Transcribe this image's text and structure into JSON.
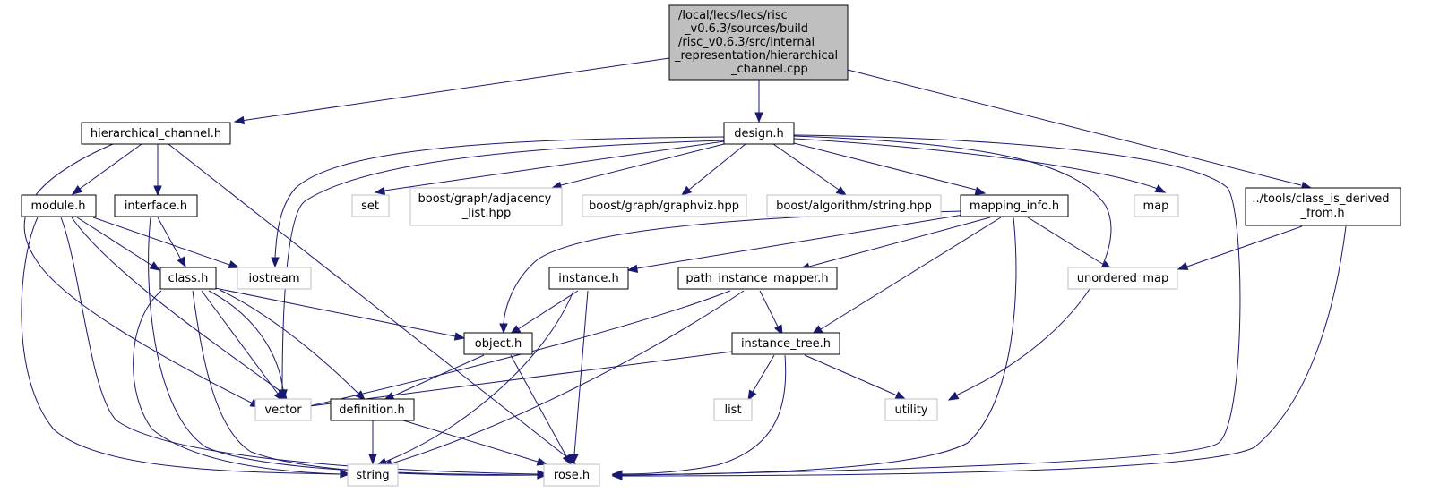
{
  "colors": {
    "edge": "#191970",
    "root_fill": "#bfbfbf",
    "node_border": "#000000",
    "external_border": "#bfbfbf",
    "background": "#ffffff"
  },
  "nodes": {
    "root": {
      "lines": [
        "/local/lecs/lecs/risc",
        "_v0.6.3/sources/build",
        "/risc_v0.6.3/src/internal",
        "_representation/hierarchical",
        "_channel.cpp"
      ]
    },
    "hierarchical_channel_h": {
      "lines": [
        "hierarchical_channel.h"
      ]
    },
    "design_h": {
      "lines": [
        "design.h"
      ]
    },
    "class_is_derived_from_h": {
      "lines": [
        "../tools/class_is_derived",
        "_from.h"
      ]
    },
    "module_h": {
      "lines": [
        "module.h"
      ]
    },
    "interface_h": {
      "lines": [
        "interface.h"
      ]
    },
    "set": {
      "lines": [
        "set"
      ]
    },
    "adjacency_list": {
      "lines": [
        "boost/graph/adjacency",
        "_list.hpp"
      ]
    },
    "graphviz": {
      "lines": [
        "boost/graph/graphviz.hpp"
      ]
    },
    "string_hpp": {
      "lines": [
        "boost/algorithm/string.hpp"
      ]
    },
    "mapping_info_h": {
      "lines": [
        "mapping_info.h"
      ]
    },
    "map": {
      "lines": [
        "map"
      ]
    },
    "class_h": {
      "lines": [
        "class.h"
      ]
    },
    "iostream": {
      "lines": [
        "iostream"
      ]
    },
    "instance_h": {
      "lines": [
        "instance.h"
      ]
    },
    "path_instance_mapper_h": {
      "lines": [
        "path_instance_mapper.h"
      ]
    },
    "unordered_map": {
      "lines": [
        "unordered_map"
      ]
    },
    "object_h": {
      "lines": [
        "object.h"
      ]
    },
    "instance_tree_h": {
      "lines": [
        "instance_tree.h"
      ]
    },
    "vector": {
      "lines": [
        "vector"
      ]
    },
    "definition_h": {
      "lines": [
        "definition.h"
      ]
    },
    "list": {
      "lines": [
        "list"
      ]
    },
    "utility": {
      "lines": [
        "utility"
      ]
    },
    "string": {
      "lines": [
        "string"
      ]
    },
    "rose_h": {
      "lines": [
        "rose.h"
      ]
    }
  }
}
